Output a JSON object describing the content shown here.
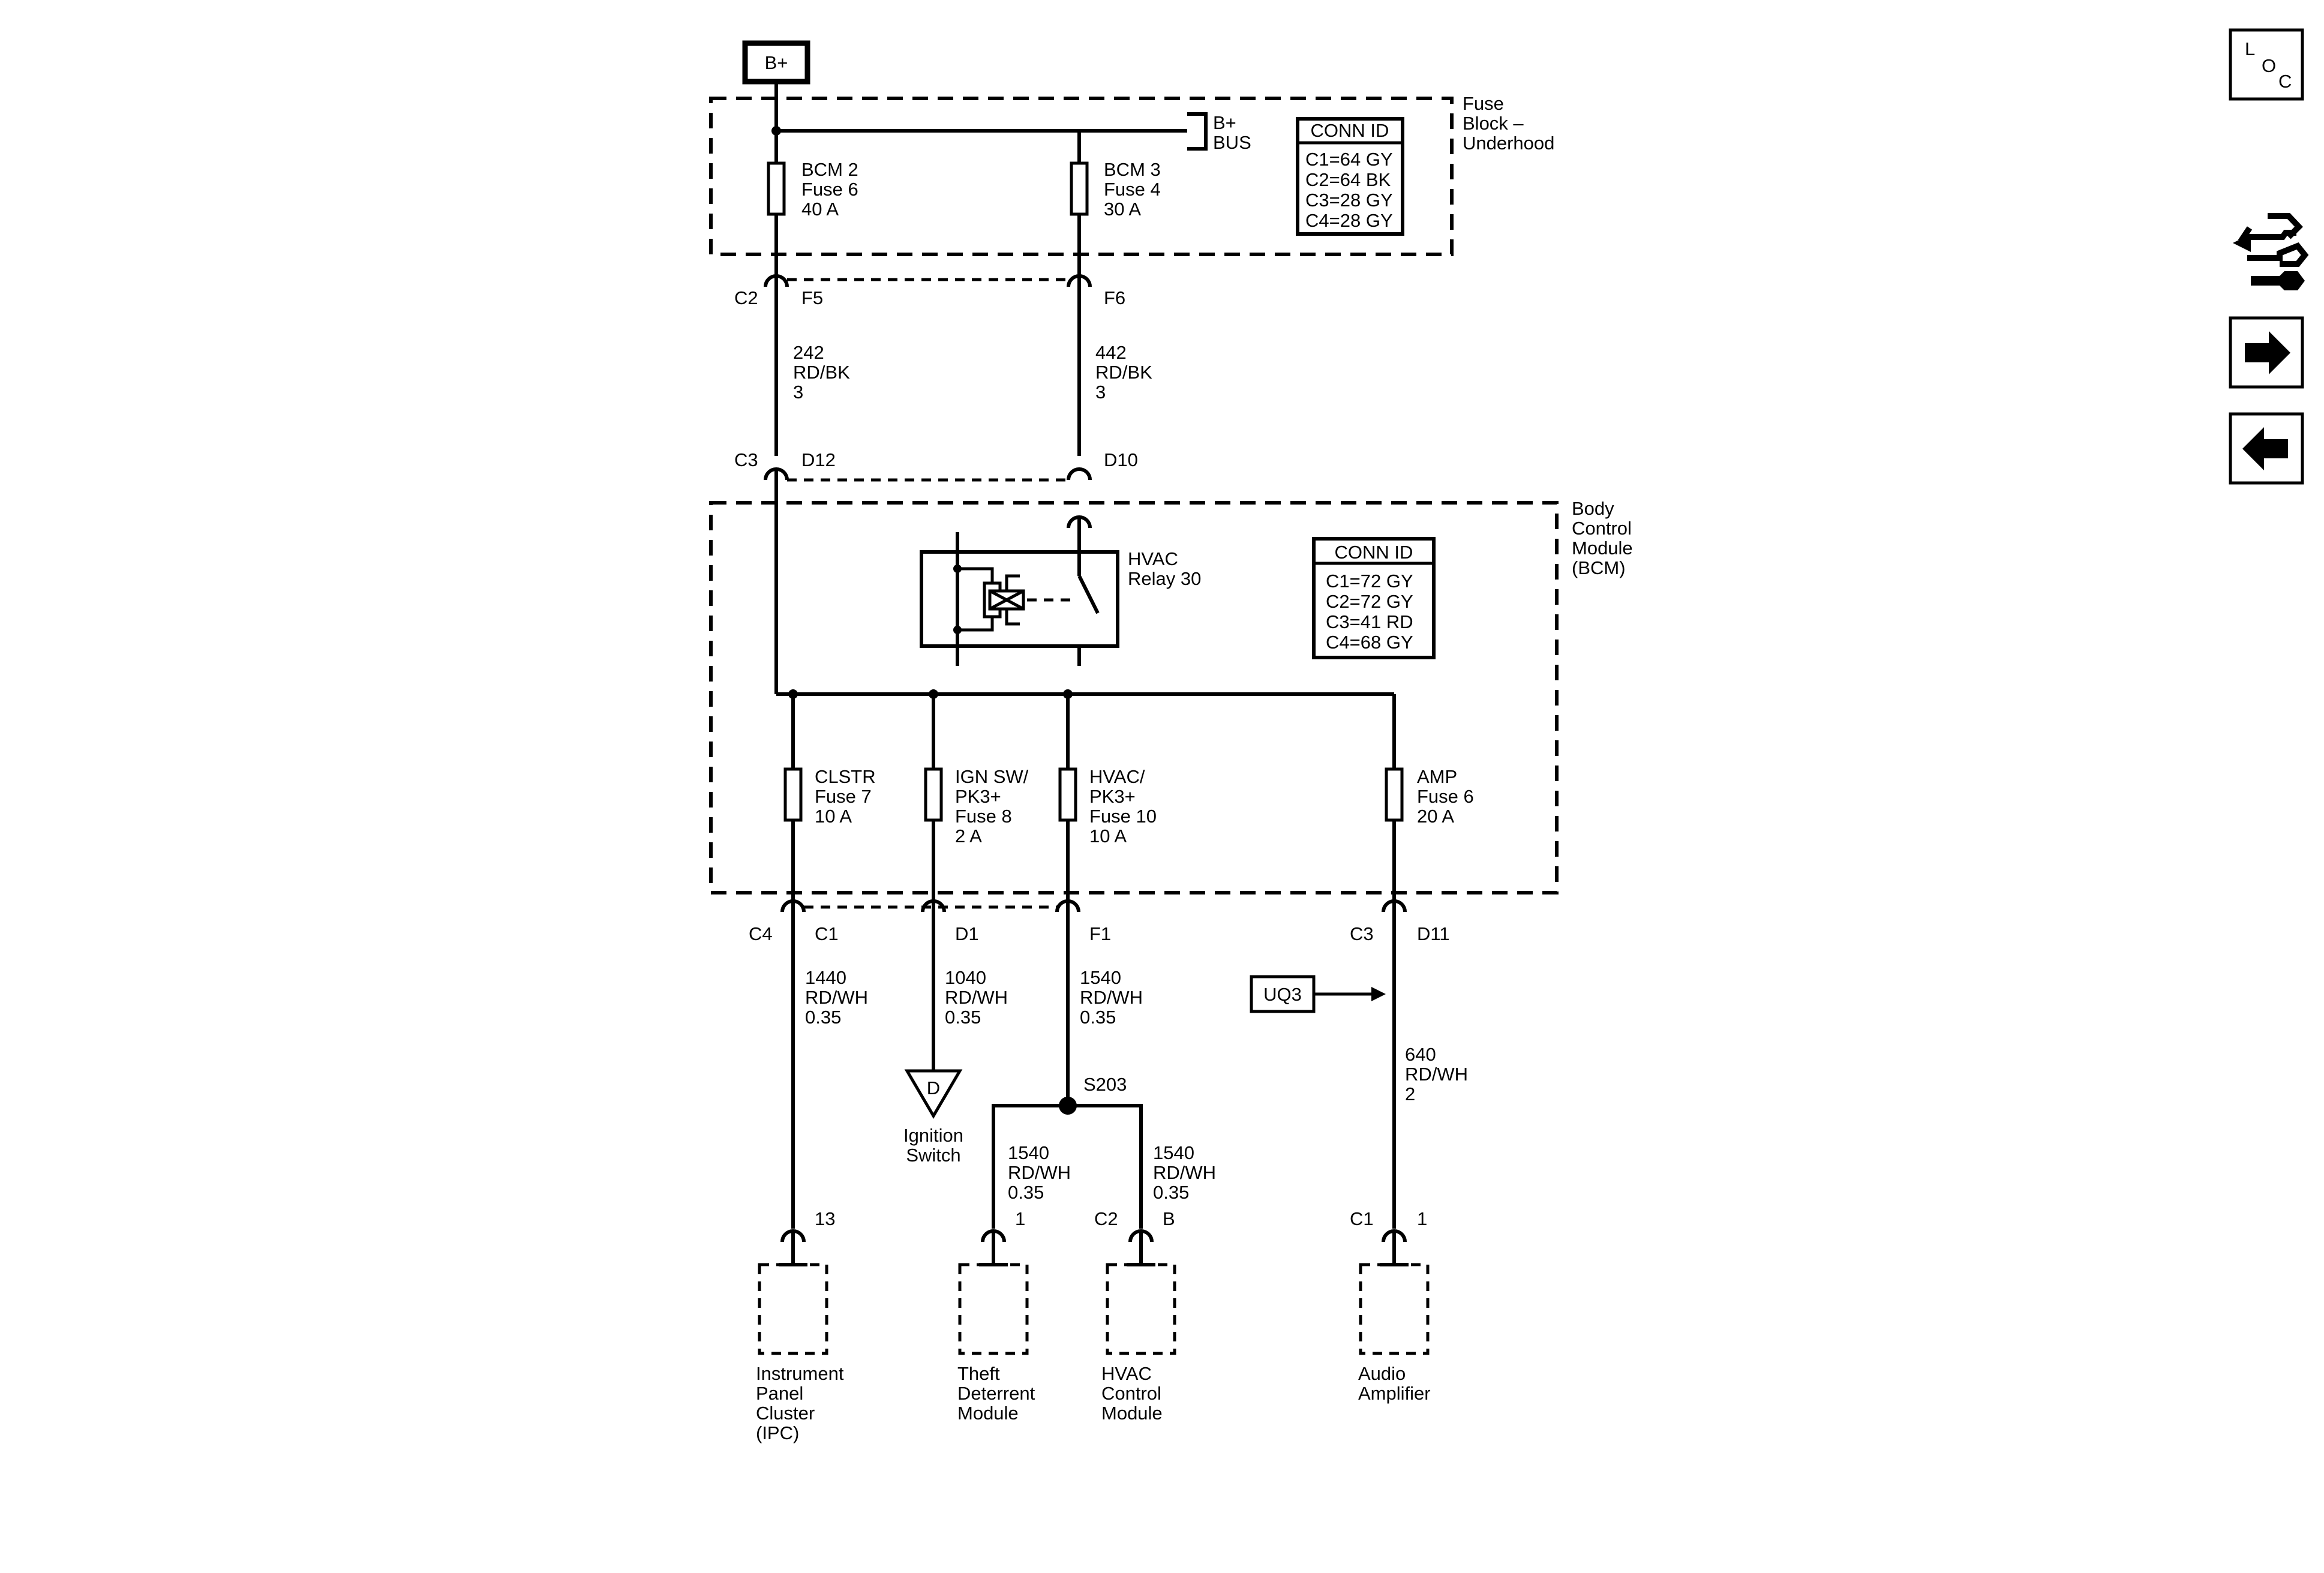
{
  "battery": {
    "label": "B+"
  },
  "fuse_block": {
    "name_lines": [
      "Fuse",
      "Block –",
      "Underhood"
    ],
    "bus_lines": [
      "B+",
      "BUS"
    ],
    "conn_id": {
      "title": "CONN ID",
      "rows": [
        "C1=64 GY",
        "C2=64 BK",
        "C3=28 GY",
        "C4=28 GY"
      ]
    },
    "fuses": [
      {
        "lines": [
          "BCM 2",
          "Fuse 6",
          "40 A"
        ]
      },
      {
        "lines": [
          "BCM 3",
          "Fuse 4",
          "30 A"
        ]
      }
    ],
    "connector_labels": {
      "c2": "C2",
      "f5": "F5",
      "f6": "F6"
    }
  },
  "wires_top": [
    {
      "lines": [
        "242",
        "RD/BK",
        "3"
      ]
    },
    {
      "lines": [
        "442",
        "RD/BK",
        "3"
      ]
    }
  ],
  "bcm": {
    "name_lines": [
      "Body",
      "Control",
      "Module",
      "(BCM)"
    ],
    "connector_labels": {
      "c3": "C3",
      "d12": "D12",
      "d10": "D10"
    },
    "relay": {
      "lines": [
        "HVAC",
        "Relay 30"
      ]
    },
    "conn_id": {
      "title": "CONN ID",
      "rows": [
        "C1=72 GY",
        "C2=72 GY",
        "C3=41 RD",
        "C4=68 GY"
      ]
    },
    "fuses": [
      {
        "lines": [
          "CLSTR",
          "Fuse 7",
          "10 A"
        ]
      },
      {
        "lines": [
          "IGN SW/",
          "PK3+",
          "Fuse 8",
          "2 A"
        ]
      },
      {
        "lines": [
          "HVAC/",
          "PK3+",
          "Fuse 10",
          "10 A"
        ]
      },
      {
        "lines": [
          "AMP",
          "Fuse 6",
          "20 A"
        ]
      }
    ]
  },
  "bottom_connectors": {
    "c4": "C4",
    "c1": "C1",
    "d1": "D1",
    "f1": "F1",
    "c3": "C3",
    "d11": "D11"
  },
  "wires_bottom": [
    {
      "lines": [
        "1440",
        "RD/WH",
        "0.35"
      ]
    },
    {
      "lines": [
        "1040",
        "RD/WH",
        "0.35"
      ]
    },
    {
      "lines": [
        "1540",
        "RD/WH",
        "0.35"
      ]
    },
    {
      "lines": [
        "640",
        "RD/WH",
        "2"
      ]
    }
  ],
  "option_tag": "UQ3",
  "ignition": {
    "symbol": "D",
    "lines": [
      "Ignition",
      "Switch"
    ]
  },
  "splice": {
    "label": "S203"
  },
  "wires_splice": [
    {
      "lines": [
        "1540",
        "RD/WH",
        "0.35"
      ]
    },
    {
      "lines": [
        "1540",
        "RD/WH",
        "0.35"
      ]
    }
  ],
  "components": [
    {
      "pin": "13",
      "lines": [
        "Instrument",
        "Panel",
        "Cluster",
        "(IPC)"
      ]
    },
    {
      "pin": "1",
      "lines": [
        "Theft",
        "Deterrent",
        "Module"
      ]
    },
    {
      "conn": "C2",
      "pin": "B",
      "lines": [
        "HVAC",
        "Control",
        "Module"
      ]
    },
    {
      "conn": "C1",
      "pin": "1",
      "lines": [
        "Audio",
        "Amplifier"
      ]
    }
  ],
  "nav": {
    "loc_letters": [
      "L",
      "O",
      "C"
    ]
  }
}
